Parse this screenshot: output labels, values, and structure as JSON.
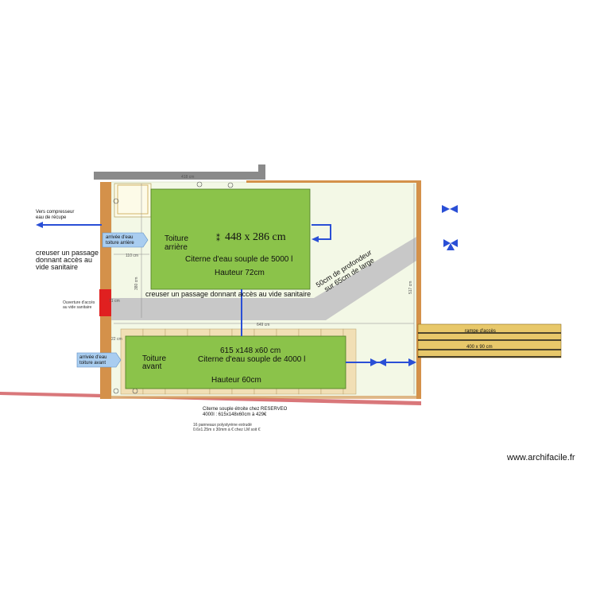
{
  "labels": {
    "vers_compresseur_1": "Vers compresseur",
    "vers_compresseur_2": "eau de récupe",
    "creuser_side_1": "creuser un passage",
    "creuser_side_2": "donnant accès au",
    "creuser_side_3": "vide sanitaire",
    "creuser_middle": "creuser un passage donnant accès au vide sanitaire",
    "ouverture_1": "Ouverture d'accès",
    "ouverture_2": "au vide sanitaire",
    "arrivee_arriere_1": "arrivée d'eau",
    "arrivee_arriere_2": "toiture arrière",
    "toiture_arriere_1": "Toiture",
    "toiture_arriere_2": "arrière",
    "arrivee_avant_1": "arrivée d'eau",
    "arrivee_avant_2": "toiture avant",
    "toiture_avant_1": "Toiture",
    "toiture_avant_2": "avant",
    "profondeur_1": "50cm de profondeur",
    "profondeur_2": "sur 65cm de large",
    "rampe_title": "rampe d'accès",
    "rampe_size": "400 x 90 cm",
    "citerne_note_1": "Citerne souple étroite chez RESERVEO",
    "citerne_note_2": "4000l : 615x148x60cm à 429€",
    "panneaux_1": "16 panneaux polystyrène extrudé",
    "panneaux_2": "0.6x1.25m x 30mm à      € chez LM soit     €",
    "watermark": "www.archifacile.fr"
  },
  "tank_rear": {
    "dimensions": "448 x 286 cm",
    "name": "Citerne d'eau souple de 5000 l",
    "height": "Hauteur 72cm"
  },
  "tank_front": {
    "dimensions": "615 x148 x60 cm",
    "name": "Citerne d'eau souple de 4000 l",
    "height": "Hauteur 60cm"
  },
  "dims": {
    "top_width": "418 cm",
    "inner_width": "649 cm",
    "left_gap": "110 cm",
    "left_height": "380 cm",
    "right_height": "517 cm",
    "small_gap": "22 cm",
    "opening": "71 cm"
  },
  "colors": {
    "tank_green": "#8bc34a",
    "wall_orange": "#d4914a",
    "pipe_blue": "#2a4fd6",
    "floor": "#f3f8e6",
    "ramp": "#e8c86a",
    "corridor": "#c8c8c8",
    "opening_red": "#e02020",
    "callout_blue": "#a9cdf0"
  }
}
